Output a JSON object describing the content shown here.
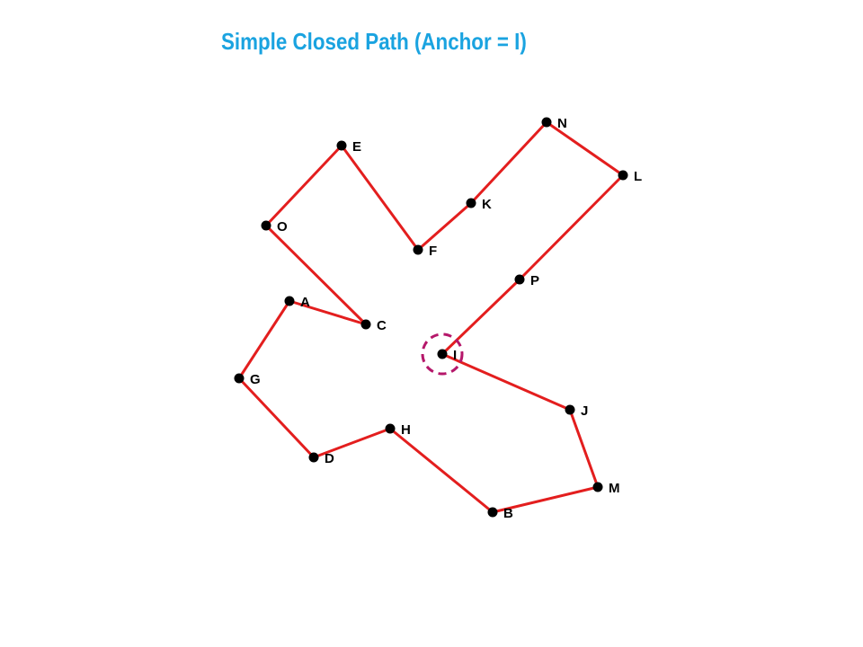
{
  "title": "Simple Closed Path (Anchor = I)",
  "anchor": "I",
  "colors": {
    "title": "#1aa3e0",
    "edge": "#e31e1e",
    "point": "#000000",
    "anchor_ring": "#b5176a"
  },
  "points": [
    {
      "label": "N"
    },
    {
      "label": "E"
    },
    {
      "label": "L"
    },
    {
      "label": "K"
    },
    {
      "label": "O"
    },
    {
      "label": "F"
    },
    {
      "label": "P"
    },
    {
      "label": "A"
    },
    {
      "label": "C"
    },
    {
      "label": "I"
    },
    {
      "label": "G"
    },
    {
      "label": "J"
    },
    {
      "label": "H"
    },
    {
      "label": "D"
    },
    {
      "label": "M"
    },
    {
      "label": "B"
    }
  ],
  "path_order": [
    "I",
    "P",
    "L",
    "N",
    "K",
    "F",
    "E",
    "O",
    "C",
    "A",
    "G",
    "D",
    "H",
    "B",
    "M",
    "J"
  ]
}
